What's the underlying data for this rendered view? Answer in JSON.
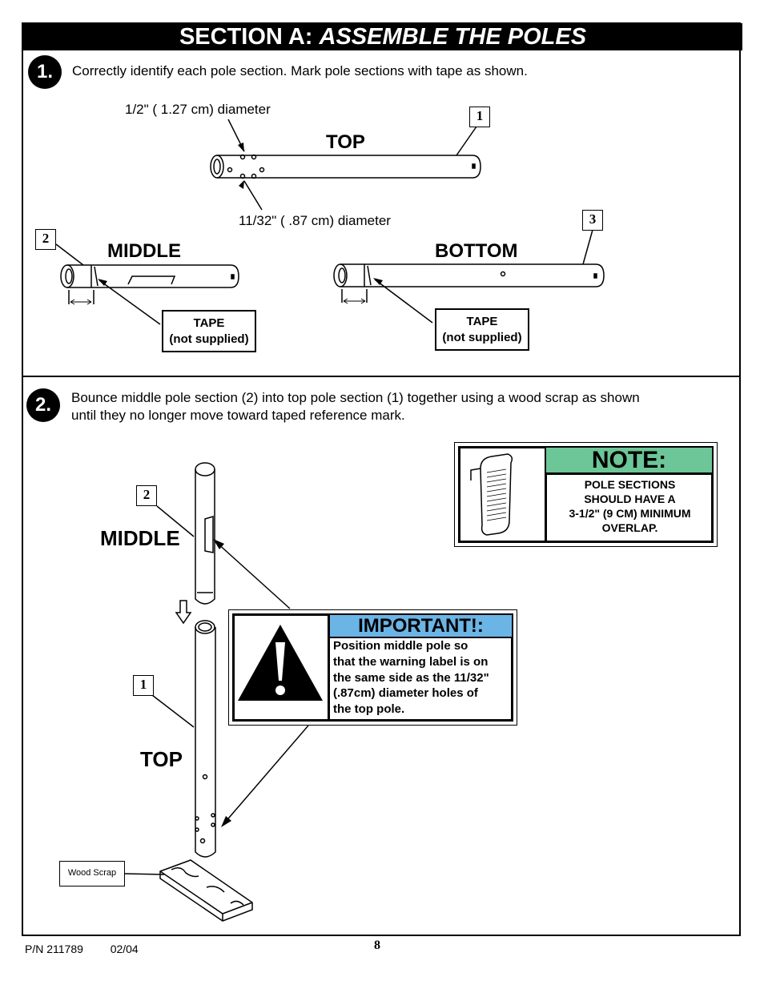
{
  "header": {
    "prefix": "SECTION A:",
    "title": "ASSEMBLE THE POLES"
  },
  "step1": {
    "number": "1.",
    "text": "Correctly identify each pole section. Mark pole sections with tape as shown.",
    "top_label": "TOP",
    "middle_label": "MIDDLE",
    "bottom_label": "BOTTOM",
    "diameter_large": "1/2\" ( 1.27 cm) diameter",
    "diameter_small": "11/32\" ( .87 cm) diameter",
    "num_top": "1",
    "num_middle": "2",
    "num_bottom": "3",
    "tape_line1": "TAPE",
    "tape_line2": "(not supplied)"
  },
  "step2": {
    "number": "2.",
    "text_line1": "Bounce middle pole section (2) into top pole section (1) together using a wood scrap as shown",
    "text_line2": "until they no longer move toward taped reference mark.",
    "middle_label": "MIDDLE",
    "top_label": "TOP",
    "num_middle": "2",
    "num_top": "1",
    "wood_scrap": "Wood Scrap"
  },
  "note": {
    "title": "NOTE:",
    "line1": "POLE SECTIONS",
    "line2": "SHOULD HAVE A",
    "line3": "3-1/2\" (9 CM) MINIMUM",
    "line4": "OVERLAP."
  },
  "important": {
    "title": "IMPORTANT!:",
    "line1": "Position middle pole so",
    "line2": "that the warning label is on",
    "line3": "the same side as the 11/32\"",
    "line4": "(.87cm) diameter holes of",
    "line5": "the top pole."
  },
  "footer": {
    "part_number": "P/N 211789",
    "date": "02/04",
    "page": "8"
  }
}
